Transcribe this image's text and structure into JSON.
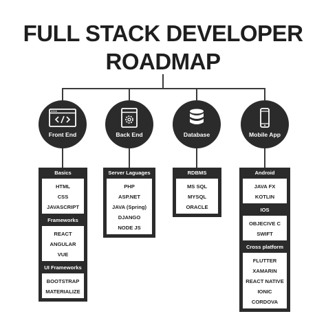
{
  "title_line1": "FULL STACK DEVELOPER",
  "title_line2": "ROADMAP",
  "nodes": [
    {
      "label": "Front End",
      "icon": "code-window-icon",
      "sections": [
        {
          "header": "Basics",
          "items": [
            "HTML",
            "CSS",
            "JAVASCRIPT"
          ]
        },
        {
          "header": "Frameworks",
          "items": [
            "REACT",
            "ANGULAR",
            "VUE"
          ]
        },
        {
          "header": "UI Frameworks",
          "items": [
            "BOOTSTRAP",
            "MATERIALIZE"
          ]
        }
      ]
    },
    {
      "label": "Back End",
      "icon": "gear-window-icon",
      "sections": [
        {
          "header": "Server Laguages",
          "items": [
            "PHP",
            "ASP.NET",
            "JAVA (Spring)",
            "DJANGO",
            "NODE JS"
          ]
        }
      ]
    },
    {
      "label": "Database",
      "icon": "database-icon",
      "sections": [
        {
          "header": "RDBMS",
          "items": [
            "MS SQL",
            "MYSQL",
            "ORACLE"
          ]
        }
      ]
    },
    {
      "label": "Mobile App",
      "icon": "smartphone-icon",
      "sections": [
        {
          "header": "Android",
          "items": [
            "JAVA FX",
            "KOTLIN"
          ]
        },
        {
          "header": "IOS",
          "items": [
            "OBJECIVE C",
            "SWIFT"
          ]
        },
        {
          "header": "Cross platform",
          "items": [
            "FLUTTER",
            "XAMARIN",
            "REACT NATIVE",
            "IONIC",
            "CORDOVA"
          ]
        }
      ]
    }
  ],
  "colors": {
    "dark": "#2b2b2b",
    "line": "#3a3a3a",
    "background": "#ffffff"
  }
}
